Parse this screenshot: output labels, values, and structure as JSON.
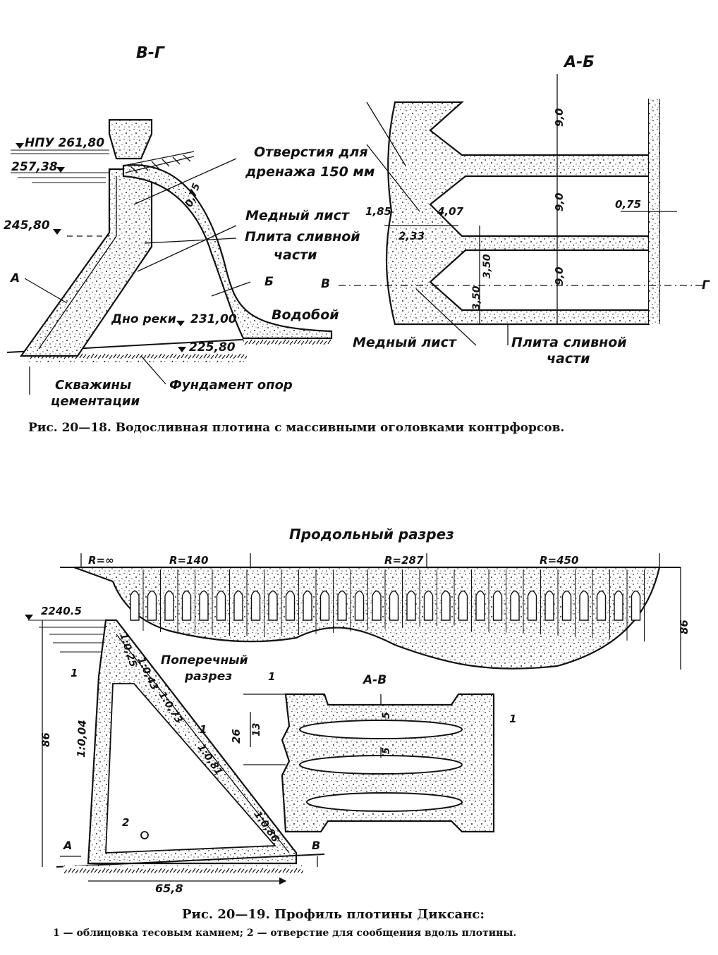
{
  "figure1": {
    "section_vg": "В-Г",
    "section_ab": "А-Б",
    "npu": "НПУ 261,80",
    "level_257": "257,38",
    "level_245": "245,80",
    "label_A": "А",
    "label_B_letter": "Б",
    "dim_075_a": "0,75",
    "riverbed": "Дно реки",
    "level_231": "231,00",
    "level_225": "225,80",
    "wells_1": "Скважины",
    "wells_2": "цементации",
    "foundation": "Фундамент опор",
    "drain_1": "Отверстия для",
    "drain_2": "дренажа 150 мм",
    "copper_sheet": "Медный лист",
    "spill_plate_1": "Плита сливной",
    "spill_plate_2": "части",
    "apron": "Водобой",
    "copper_sheet_2": "Медный лист",
    "spill_plate_b1": "Плита сливной",
    "spill_plate_b2": "части",
    "dim_185": "1,85",
    "dim_233": "2,33",
    "dim_407": "4,07",
    "dim_350_a": "3,50",
    "dim_350_b": "3,50",
    "dim_90_a": "9,0",
    "dim_90_b": "9,0",
    "dim_90_c": "9,0",
    "dim_075_b": "0,75",
    "label_V": "В",
    "label_G": "Г",
    "caption": "Рис. 20—18. Водосливная плотина с массивными оголовками контрфорсов."
  },
  "figure2": {
    "long_section": "Продольный разрез",
    "r_inf": "R=∞",
    "r_140": "R=140",
    "r_287": "R=287",
    "r_450": "R=450",
    "height_86_right": "86",
    "level_2240": "2240.5",
    "cross_section_1": "Поперечный",
    "cross_section_2": "разрез",
    "slope_004": "1:0,04",
    "slope_025": "1:0,25",
    "slope_043": "1:0,43",
    "slope_073": "1:0,73",
    "slope_081": "1:0,81",
    "slope_086": "1:0,86",
    "height_86_left": "86",
    "base_658": "65,8",
    "mark_1a": "1",
    "mark_1b": "1",
    "mark_1c": "1",
    "mark_1d": "1",
    "mark_2": "2",
    "label_A": "А",
    "label_B": "В",
    "section_av": "А-В",
    "dim_26": "26",
    "dim_13": "13",
    "dim_5a": "5",
    "dim_5b": "5",
    "caption": "Рис. 20—19. Профиль плотины Диксанс:",
    "legend": "1 — облицовка тесовым камнем; 2 — отверстие для сообщения вдоль плотины."
  }
}
